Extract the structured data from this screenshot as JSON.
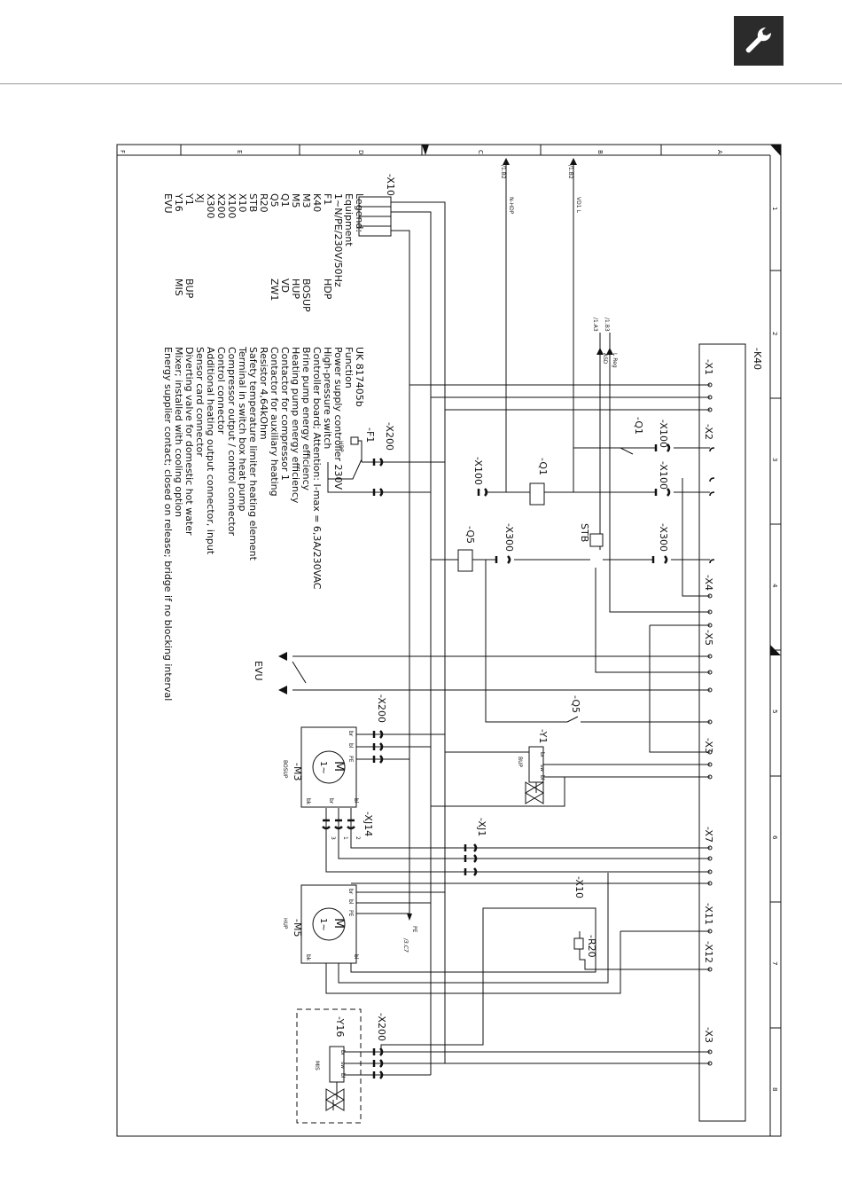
{
  "border": {
    "cols": [
      "A",
      "B",
      "C",
      "D",
      "E",
      "F"
    ],
    "rows": [
      "1",
      "2",
      "3",
      "4",
      "5",
      "6",
      "7",
      "8"
    ]
  },
  "legend": {
    "title": "Legend:",
    "equipment_header": "Equipment",
    "model": "UK 817405b",
    "function_header": "Function",
    "items": [
      {
        "code": "1~N/PE/230V/50Hz",
        "abbr": "",
        "desc": "Power supply controller 230V"
      },
      {
        "code": "F1",
        "abbr": "HDP",
        "desc": "High-pressure switch"
      },
      {
        "code": "K40",
        "abbr": "",
        "desc": "Controller board; Attention: I-max = 6,3A/230VAC"
      },
      {
        "code": "M3",
        "abbr": "BOSUP",
        "desc": "Brine pump energy efficiency"
      },
      {
        "code": "M5",
        "abbr": "HUP",
        "desc": "Heating pump energy efficiency"
      },
      {
        "code": "Q1",
        "abbr": "VD",
        "desc": "Contactor for compressor 1"
      },
      {
        "code": "Q5",
        "abbr": "ZW1",
        "desc": "Contactor for auxiliary heating"
      },
      {
        "code": "R20",
        "abbr": "",
        "desc": "Resistor      4,64kOhm"
      },
      {
        "code": "STB",
        "abbr": "",
        "desc": "Safety temperature limiter heating element"
      },
      {
        "code": "X10",
        "abbr": "",
        "desc": "Terminal in switch box heat pump"
      },
      {
        "code": "X100",
        "abbr": "",
        "desc": "Compressor output / control connector"
      },
      {
        "code": "X200",
        "abbr": "",
        "desc": "Control connector"
      },
      {
        "code": "X300",
        "abbr": "",
        "desc": "Additional heating output connector, input"
      },
      {
        "code": "XJ",
        "abbr": "",
        "desc": "Sensor card connector"
      },
      {
        "code": "Y1",
        "abbr": "BUP",
        "desc": "Diverting valve for domestic hot water"
      },
      {
        "code": "Y16",
        "abbr": "MIS",
        "desc": "Mixer; installed with cooling option"
      },
      {
        "code": "EVU",
        "abbr": "",
        "desc": "Energy supplier contact; closed on release; bridge if no blocking interval"
      }
    ]
  },
  "labels": {
    "k40": "-K40",
    "x1": "-X1",
    "x2": "-X2",
    "x4": "-X4",
    "x5": "-X5",
    "x3a": "-X3",
    "x7": "-X7",
    "x11": "-X11",
    "x12": "-X12",
    "x3b": "-X3",
    "x10_top": "-X10",
    "x10_mid": "-X10",
    "x200_a": "-X200",
    "x200_b": "-X200",
    "x200_c": "-X200",
    "x100_a": "-X100",
    "x100_b": "-X100",
    "x100_c": "-X100",
    "x300_a": "-X300",
    "x300_b": "-X300",
    "q1_coil": "-Q1",
    "q1_contact": "-Q1",
    "q5_coil": "-Q5",
    "q5_contact": "-Q5",
    "f1": "-F1",
    "f1_sub": "HDP",
    "stb": "STB",
    "y1": "-Y1",
    "y1_sub": "BUP",
    "m3": "-M3",
    "m3_sub": "BOSUP",
    "m5": "-M5",
    "m5_sub": "HUP",
    "y16": "-Y16",
    "y16_sub": "MIS",
    "xj1": "-XJ1",
    "xj14": "-XJ14",
    "r20": "-R20",
    "evu": "EVU",
    "motor": "M",
    "motor_phase": "1~",
    "ref_1b2_a": "/1.B2",
    "sig_nhdp": "N-HDP",
    "ref_1b2_b": "/1.B2",
    "sig_vd1l": "VD1 L",
    "ref_1b3": "/1.B3",
    "sig_lreg": "L Reg",
    "ref_1a3": "/1.A3",
    "sig_asd": "ASD",
    "pe": "PE",
    "ref_3c7": "/3.C7",
    "pin_br": "br",
    "pin_bl": "bl",
    "pin_pe": "PE",
    "pin_bk": "bk",
    "pin_sw": "sw",
    "pin_3": "3",
    "pin_1": "1",
    "pin_2": "2"
  }
}
